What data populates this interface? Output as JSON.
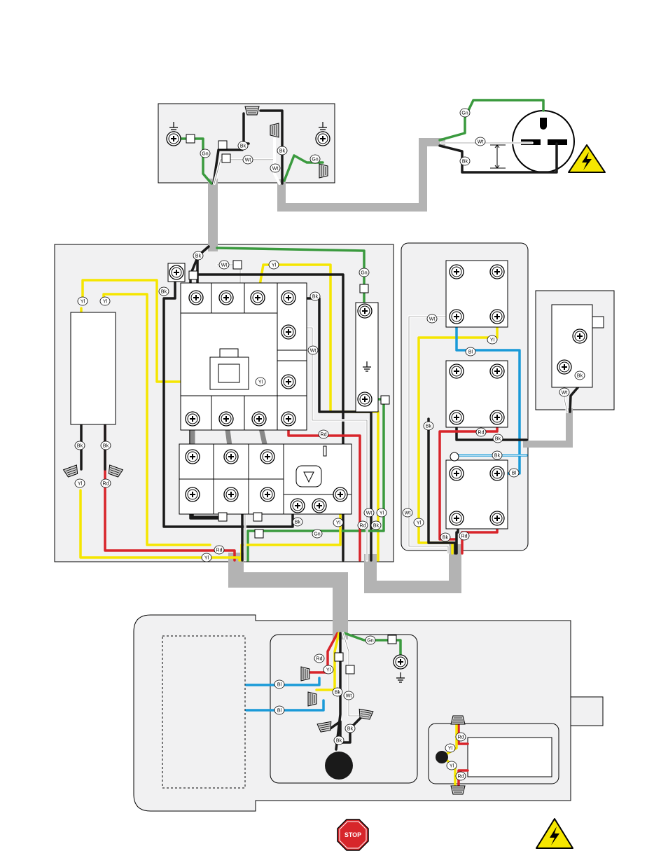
{
  "wire_labels": {
    "gn": "Gn",
    "bk": "Bk",
    "wt": "Wt",
    "yl": "Yl",
    "rd": "Rd",
    "bl": "Bl"
  },
  "colors": {
    "green": "#3a9a3e",
    "black": "#1a1a1a",
    "white": "#ffffff",
    "yellow": "#f5e600",
    "red": "#d8242a",
    "blue": "#1a9ad8",
    "gray_conduit": "#b3b3b3",
    "panel_fill": "#f1f1f2",
    "stop_red": "#d7262b",
    "warning_yellow": "#f5e600"
  },
  "icons": [
    "ground-icon",
    "screw-terminal-icon",
    "wire-nut-icon",
    "electrical-hazard-warning-icon",
    "stop-sign-icon",
    "plug-receptacle-icon"
  ],
  "stop_sign": {
    "label": "STOP"
  }
}
